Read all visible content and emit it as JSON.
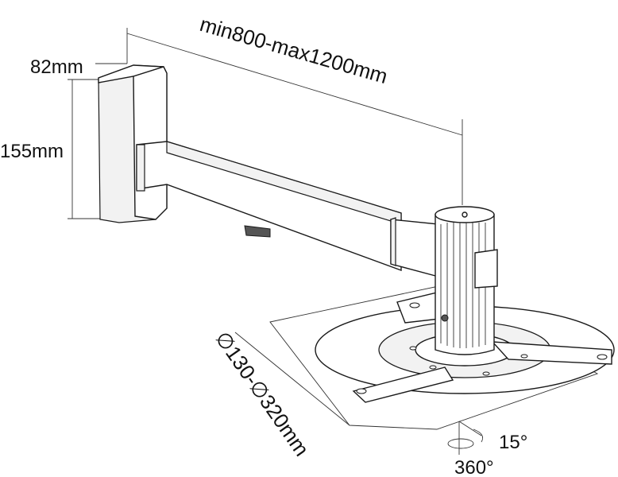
{
  "labels": {
    "arm_length": "min800-max1200mm",
    "plate_width": "82mm",
    "plate_height": "155mm",
    "ring_diameter": "∅130-∅320mm",
    "tilt": "15°",
    "rotation": "360°"
  }
}
